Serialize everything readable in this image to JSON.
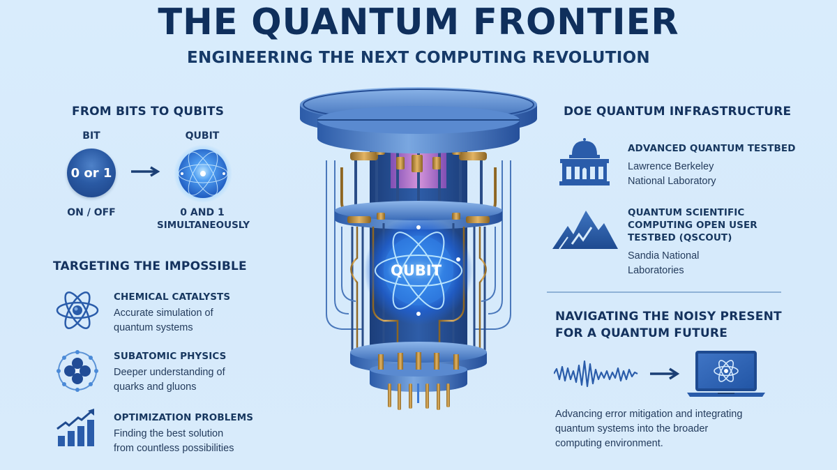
{
  "header": {
    "title": "THE QUANTUM FRONTIER",
    "subtitle": "ENGINEERING THE NEXT COMPUTING REVOLUTION"
  },
  "bits_section": {
    "heading": "FROM BITS TO QUBITS",
    "bit": {
      "label": "BIT",
      "value": "0 or 1",
      "caption": "ON / OFF"
    },
    "arrow_icon": "arrow-right-icon",
    "qubit": {
      "label": "QUBIT",
      "caption_line1": "0 AND 1",
      "caption_line2": "SIMULTANEOUSLY"
    }
  },
  "impossible_section": {
    "heading": "TARGETING THE IMPOSSIBLE",
    "items": [
      {
        "icon": "atom-icon",
        "title": "CHEMICAL CATALYSTS",
        "desc_line1": "Accurate simulation of",
        "desc_line2": "quantum systems"
      },
      {
        "icon": "nucleus-icon",
        "title": "SUBATOMIC PHYSICS",
        "desc_line1": "Deeper understanding of",
        "desc_line2": "quarks and gluons"
      },
      {
        "icon": "growth-chart-icon",
        "title": "OPTIMIZATION PROBLEMS",
        "desc_line1": "Finding the best solution",
        "desc_line2": "from countless possibilities"
      }
    ]
  },
  "center": {
    "illustration": "dilution-refrigerator-chandelier",
    "qubit_label": "QUBIT"
  },
  "infrastructure_section": {
    "heading": "DOE QUANTUM INFRASTRUCTURE",
    "items": [
      {
        "icon": "capitol-building-icon",
        "title_lines": [
          "ADVANCED QUANTUM TESTBED"
        ],
        "org_line1": "Lawrence Berkeley",
        "org_line2": "National Laboratory"
      },
      {
        "icon": "mountain-icon",
        "title_lines": [
          "QUANTUM SCIENTIFIC",
          "COMPUTING OPEN USER",
          "TESTBED (QSCOUT)"
        ],
        "org_line1": "Sandia National",
        "org_line2": "Laboratories"
      }
    ]
  },
  "noisy_section": {
    "heading_line1": "NAVIGATING THE NOISY PRESENT",
    "heading_line2": "FOR A QUANTUM FUTURE",
    "icons": [
      "noise-wave-icon",
      "arrow-right-icon",
      "laptop-atom-icon"
    ],
    "desc_line1": "Advancing error mitigation and integrating",
    "desc_line2": "quantum systems into the broader",
    "desc_line3": "computing environment."
  },
  "colors": {
    "background": "#d8ebfb",
    "heading": "#0f2f5c",
    "icon_blue": "#2a5caa",
    "accent_glow": "#4fb4ff",
    "gold": "#b8893a"
  }
}
